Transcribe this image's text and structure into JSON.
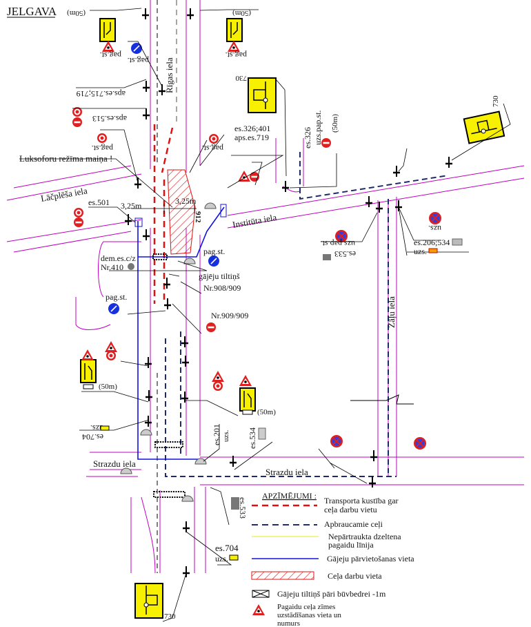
{
  "title": "JELGAVA",
  "streets": {
    "rigas": "Rīgas iela",
    "lacplesa": "Lāčplēša iela",
    "instituta": "Institūta iela",
    "zalu": "Zāļu iela",
    "strazdu_left": "Strazdu iela",
    "strazdu_right": "Strazdu iela"
  },
  "labels": {
    "pag_st_tl1": "pag.st.",
    "pag_st_tl2": "pag.st.",
    "pag_st_tr": "pag.st.",
    "dist_50_tl": "(50m)",
    "dist_50_tr": "(50m)",
    "aps_715": "aps.es.715;719",
    "aps_513": "aps.es.513",
    "pag_st_mid_l": "pag.st.",
    "pag_st_mid_r": "pag.st.",
    "es_326_401": "es.326;401",
    "aps_719": "aps.es.719",
    "luksofors": "Luksoforu režīma maiņa !",
    "es_501": "es.501",
    "width_left": "3,25m",
    "width_right": "3,25m",
    "num_912": "912",
    "dem_es": "dem.es.c/z",
    "nr_410": "Nr.410",
    "pag_st_right": "pag.st.",
    "gajeju_tiltins": "gājēju tiltiņš",
    "nr_908": "Nr.908/909",
    "nr_909": "Nr.909/909",
    "pag_st_left": "pag.st.",
    "es_326": "es.326",
    "uzs_pap_st": "uzs.pap.st.",
    "dist_50_inst": "(50m)",
    "num_730_top": "730",
    "num_730_right": "730",
    "uzs_pap_st2": "uzs.pap.st.",
    "es_533_top": "es.533",
    "uzs_right": "uzs.",
    "es_206_534": "es.206;534",
    "uzs_right2": "uzs.",
    "dist_50_l": "(50m)",
    "dist_50_r": "(50m)",
    "uzs_704": "uzs.",
    "es_704_top": "es.704",
    "es_201": "es.201",
    "uzs_201": "uzs.",
    "es_534": "es.534",
    "es_533_bottom": "es.533",
    "es_704_bottom": "es.704",
    "uzs_704_bottom": "uzs.",
    "num_730_bottom": "730"
  },
  "legend": {
    "title": "APZĪMĒJUMI :",
    "items": [
      {
        "label": "Transporta kustība gar",
        "label2": "ceļa darbu vietu",
        "symbol": "red-dashed-line",
        "color": "#e01010"
      },
      {
        "label": "Apbraucamie ceļi",
        "symbol": "blue-dashed-line",
        "color": "#1f2a6e"
      },
      {
        "label": "Nepārtraukta dzeltena",
        "label2": "pagaidu līnija",
        "symbol": "yellow-line",
        "color": "#f0f060"
      },
      {
        "label": "Gājeju pārvietošanas  vieta",
        "symbol": "blue-line",
        "color": "#1010e0"
      },
      {
        "label": "Ceļa darbu  vieta",
        "symbol": "hatched-box",
        "color": "#e01010"
      },
      {
        "label": "Gājeju tiltiņš pāri būvbedrei -1m",
        "symbol": "crossed-box"
      },
      {
        "label": "Pagaidu ceļa zīmes",
        "label2": "uzstādīšanas vieta un",
        "label3": "numurs",
        "symbol": "roadworks-triangle-icon"
      }
    ]
  },
  "colors": {
    "road": "#c000c0",
    "detour": "#1f2a6e",
    "work": "#e01010",
    "pedestrian": "#1010e0",
    "sign_yellow": "#f7f000"
  }
}
